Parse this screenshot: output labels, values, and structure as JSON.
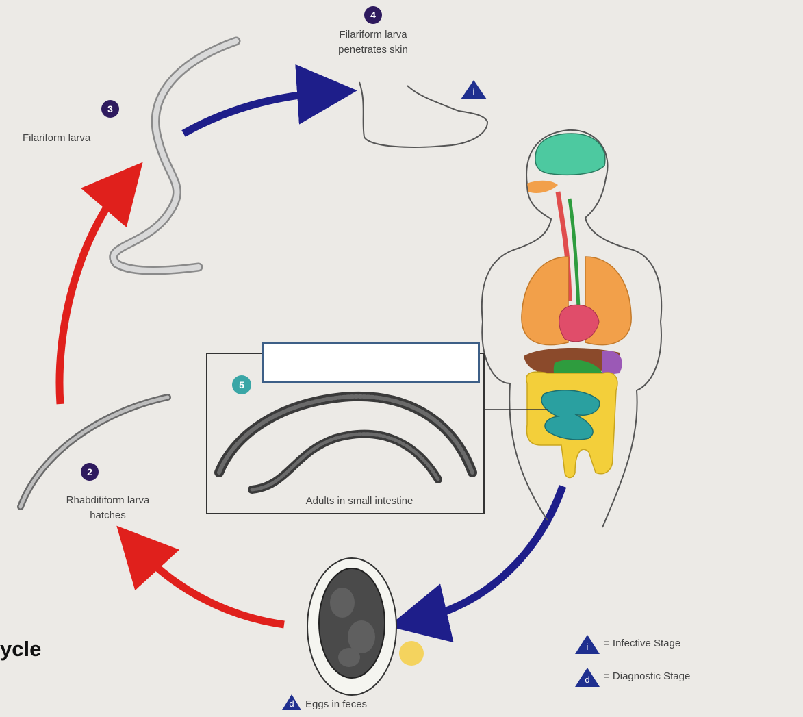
{
  "stages": [
    {
      "number": "2",
      "label_line1": "Rhabditiform larva",
      "label_line2": "hatches",
      "badge_color": "#2e1a5e"
    },
    {
      "number": "3",
      "label": "Filariform larva",
      "badge_color": "#2e1a5e"
    },
    {
      "number": "4",
      "label_line1": "Filariform larva",
      "label_line2": "penetrates skin",
      "badge_color": "#2e1a5e"
    },
    {
      "number": "5",
      "label": "Adults in small intestine",
      "badge_color": "#3aa6a6"
    }
  ],
  "eggs_label": "Eggs in feces",
  "legend": {
    "infective": {
      "symbol": "i",
      "text": "= Infective Stage"
    },
    "diagnostic": {
      "symbol": "d",
      "text": "= Diagnostic Stage"
    }
  },
  "caption_fragment": "ycle",
  "colors": {
    "red_arrow": "#e0201c",
    "blue_arrow": "#1e1e8a",
    "triangle": "#1f2f8f",
    "lungs": "#f2a04a",
    "brain": "#4dc9a0",
    "intestine_small": "#2aa0a0",
    "intestine_large": "#f3cf3a",
    "stomach": "#2e9c3e",
    "heart": "#e04d6a",
    "liver": "#8b4a2b"
  }
}
